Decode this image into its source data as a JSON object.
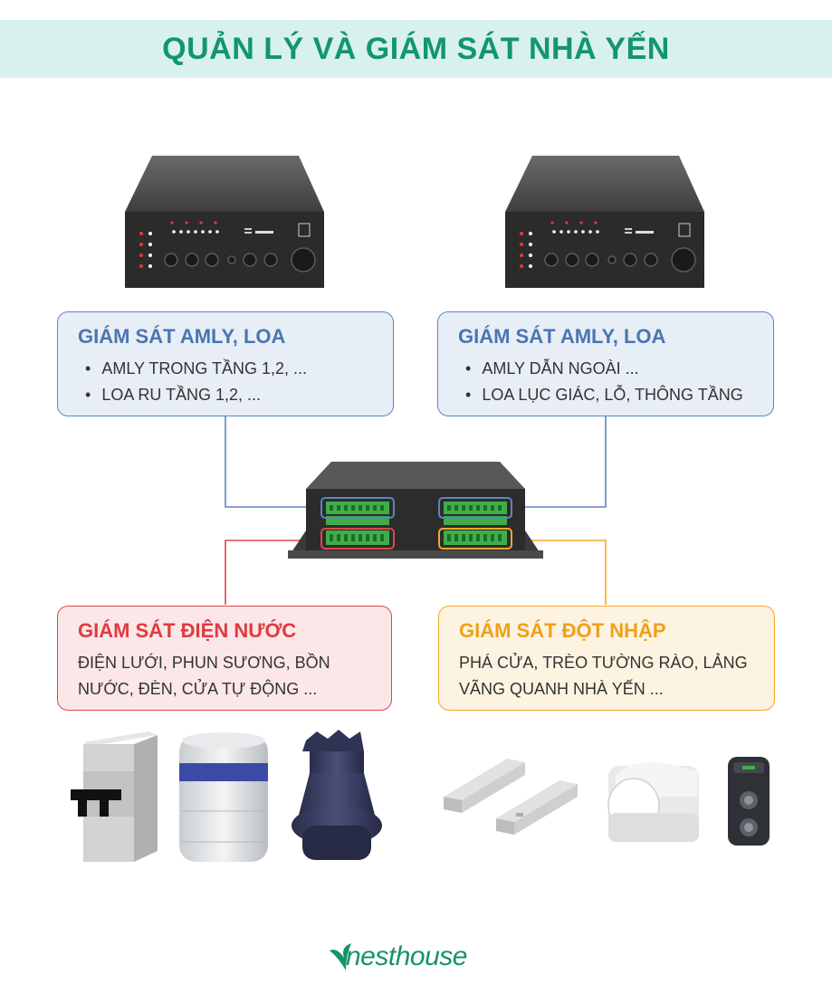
{
  "header": {
    "title": "QUẢN LÝ VÀ GIÁM SÁT NHÀ YẾN"
  },
  "boxes": {
    "amp_left": {
      "title": "GIÁM SÁT AMLY, LOA",
      "items": [
        "AMLY TRONG TẦNG 1,2, ...",
        "LOA RU TẦNG 1,2, ..."
      ]
    },
    "amp_right": {
      "title": "GIÁM SÁT AMLY, LOA",
      "items": [
        "AMLY DẪN NGOÀI ...",
        "LOA LỤC GIÁC, LỖ, THÔNG TẦNG"
      ]
    },
    "power_water": {
      "title": "GIÁM SÁT ĐIỆN NƯỚC",
      "lines": [
        "ĐIỆN LƯỚI, PHUN SƯƠNG, BỒN",
        "NƯỚC, ĐÈN, CỬA TỰ ĐỘNG ..."
      ]
    },
    "intrusion": {
      "title": "GIÁM SÁT ĐỘT NHẬP",
      "lines": [
        "PHÁ CỬA, TRÈO TƯỜNG RÀO, LẢNG",
        "VÃNG QUANH NHÀ YẾN ..."
      ]
    }
  },
  "logo": {
    "text": "nesthouse"
  },
  "colors": {
    "brand": "#12966f",
    "blue": "#5a86bd",
    "red": "#e0464c",
    "yellow": "#f4a62a",
    "terminal_green": "#3fae49"
  },
  "icons": [
    "amplifier-icon",
    "controller-hub-icon",
    "circuit-breaker-icon",
    "water-tank-icon",
    "mist-nozzle-icon",
    "door-magnetic-sensor-icon",
    "motion-sensor-icon",
    "beam-sensor-icon",
    "nesthouse-logo-icon"
  ]
}
